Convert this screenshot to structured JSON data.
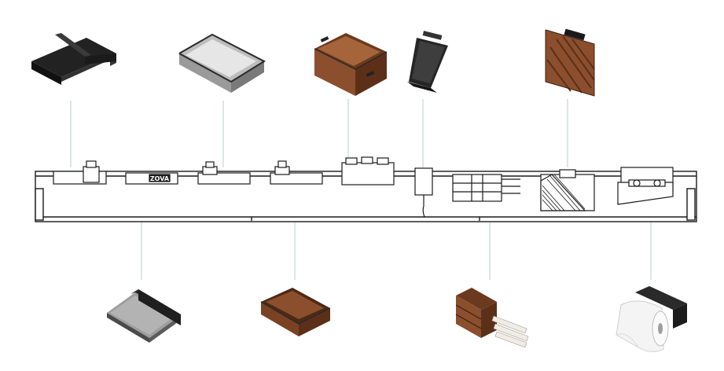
{
  "rail": {
    "logo_text": "ZOVA"
  },
  "accessories": [
    {
      "id": "tray-shelf-black"
    },
    {
      "id": "stainless-basin"
    },
    {
      "id": "wood-box-handles"
    },
    {
      "id": "tablet-stand"
    },
    {
      "id": "wood-cutting-board"
    },
    {
      "id": "perforated-shelf"
    },
    {
      "id": "wood-drawer-tray"
    },
    {
      "id": "knife-block"
    },
    {
      "id": "paper-towel-holder"
    }
  ],
  "colors": {
    "line": "#1a1a1a",
    "leader": "#b9cfcf",
    "wood": "#8b4f2e",
    "wood_dark": "#5c3018",
    "metal": "#cfcfcf",
    "black": "#2a2a2a"
  }
}
